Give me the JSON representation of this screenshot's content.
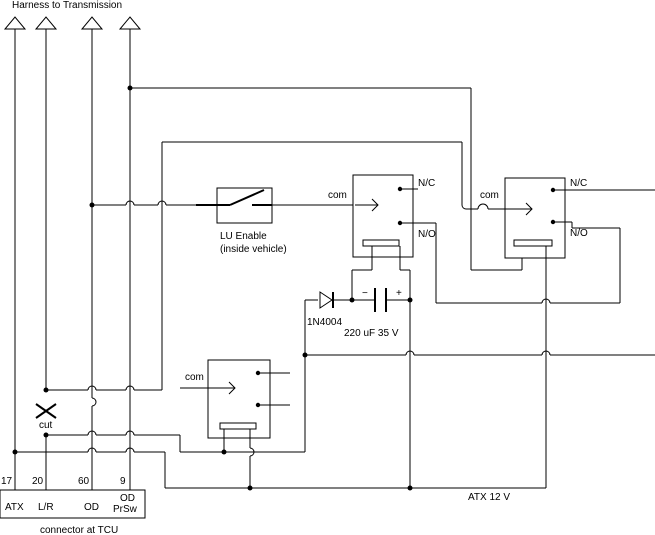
{
  "title": "Harness to Transmission",
  "tcu": {
    "caption": "connector at TCU",
    "pins": [
      {
        "number": "17",
        "label": "ATX"
      },
      {
        "number": "20",
        "label": "L/R"
      },
      {
        "number": "60",
        "label": "OD"
      },
      {
        "number": "9",
        "label_line1": "OD",
        "label_line2": "PrSw"
      }
    ]
  },
  "labels": {
    "cut": "cut",
    "lu_enable": "LU Enable",
    "lu_enable_sub": "(inside vehicle)",
    "relay1_com": "com",
    "relay1_nc": "N/C",
    "relay1_no": "N/O",
    "relay2_com": "com",
    "relay2_nc": "N/C",
    "relay2_no": "N/O",
    "relay3_com": "com",
    "diode": "1N4004",
    "capacitor": "220 uF 35 V",
    "cap_minus": "−",
    "cap_plus": "+",
    "atx_bus": "ATX 12 V"
  }
}
